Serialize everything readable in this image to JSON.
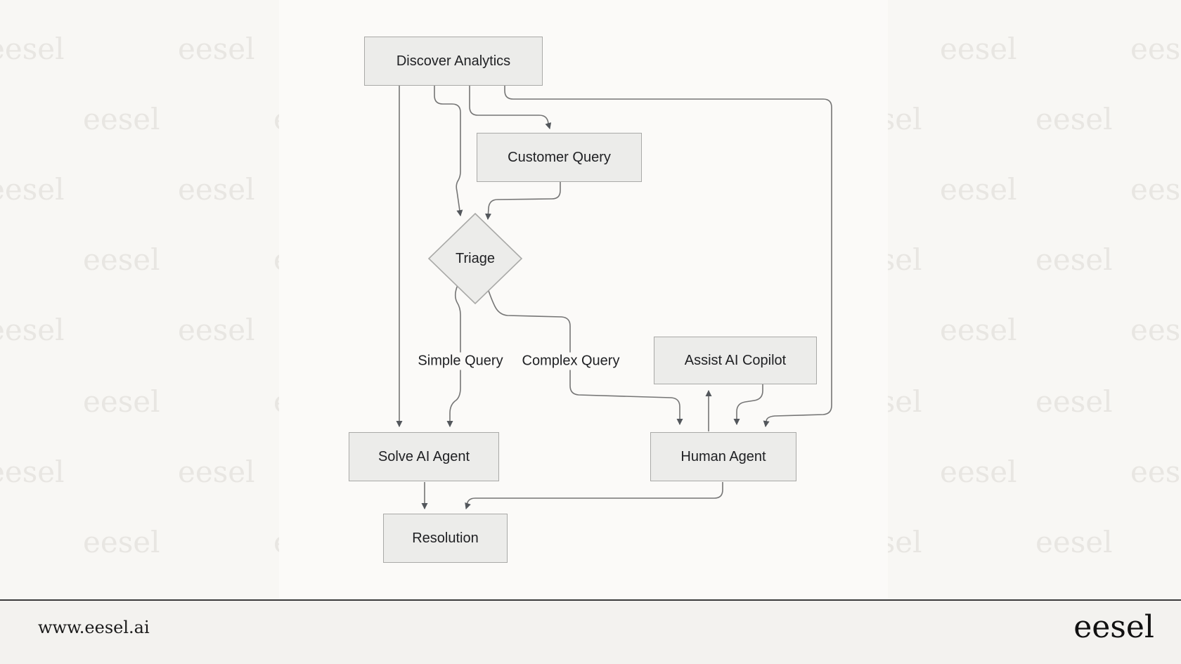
{
  "colors": {
    "page_bg": "#f8f7f4",
    "canvas_bg": "#fbfaf8",
    "watermark": "#e8e6e2",
    "node_fill": "#ececea",
    "node_border": "#a9a9a7",
    "edge": "#757575",
    "arrow": "#53575c",
    "text": "#202124",
    "footer_bg": "#f3f2ef",
    "footer_line": "#3a3a3a"
  },
  "watermark": {
    "text": "eesel"
  },
  "diagram": {
    "nodes": [
      {
        "id": "discover-analytics",
        "label": "Discover Analytics"
      },
      {
        "id": "customer-query",
        "label": "Customer Query"
      },
      {
        "id": "triage",
        "label": "Triage"
      },
      {
        "id": "assist-ai-copilot",
        "label": "Assist AI Copilot"
      },
      {
        "id": "solve-ai-agent",
        "label": "Solve AI Agent"
      },
      {
        "id": "human-agent",
        "label": "Human Agent"
      },
      {
        "id": "resolution",
        "label": "Resolution"
      }
    ],
    "edge_labels": [
      {
        "id": "simple-query",
        "label": "Simple Query"
      },
      {
        "id": "complex-query",
        "label": "Complex Query"
      }
    ]
  },
  "footer": {
    "url": "www.eesel.ai",
    "logo": "eesel"
  }
}
